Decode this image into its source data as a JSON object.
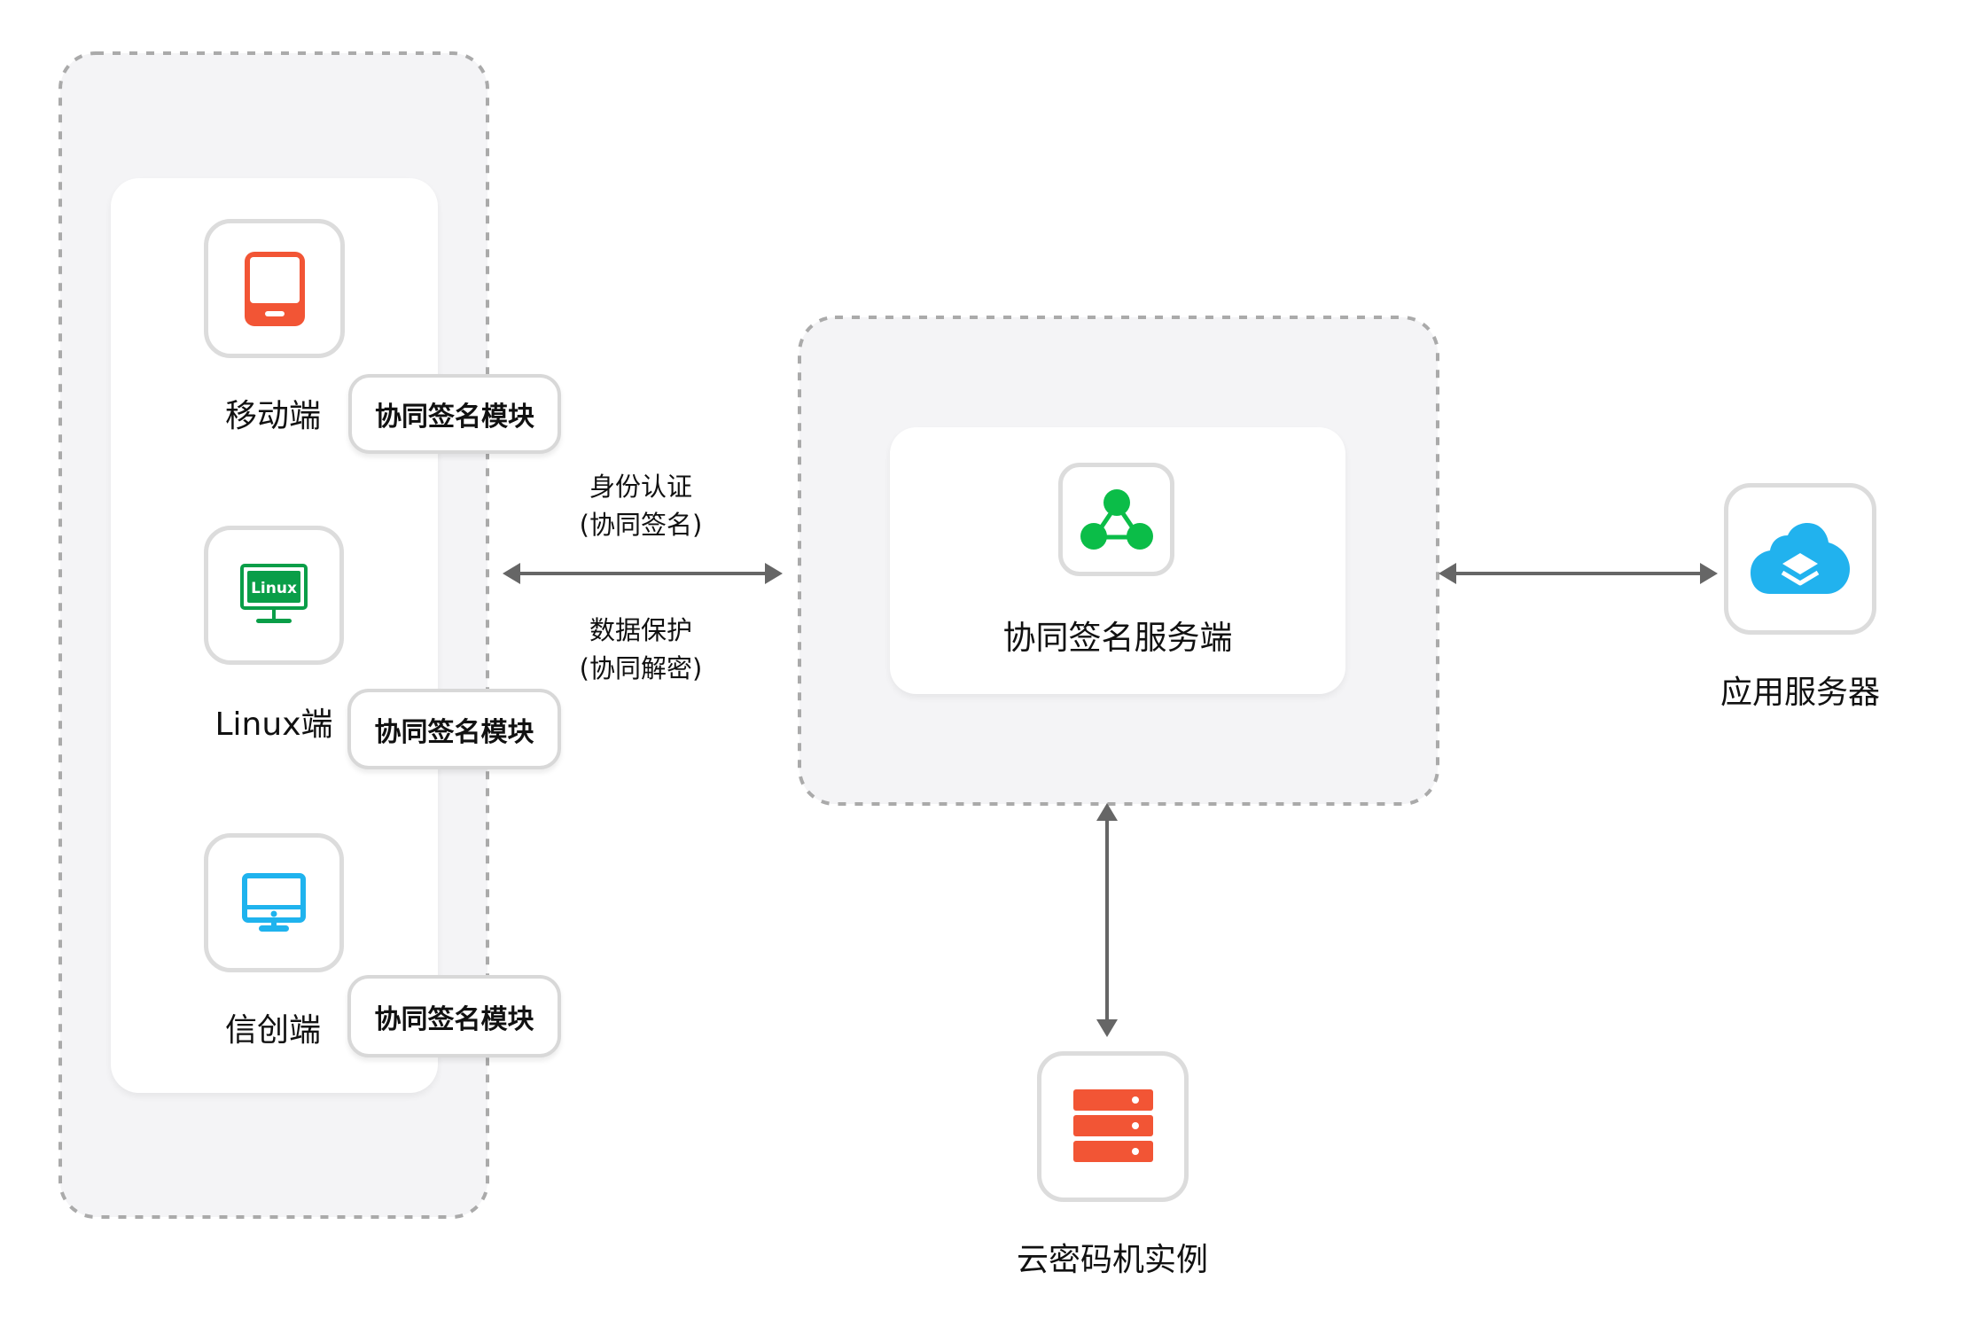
{
  "diagram": {
    "clients_group": {
      "clients": [
        {
          "name": "移动端",
          "icon": "mobile-phone-icon",
          "module_label": "协同签名模块",
          "icon_color": "#f25535"
        },
        {
          "name": "Linux端",
          "icon": "linux-monitor-icon",
          "icon_text": "Linux",
          "module_label": "协同签名模块",
          "icon_color": "#0a9e48"
        },
        {
          "name": "信创端",
          "icon": "desktop-monitor-icon",
          "module_label": "协同签名模块",
          "icon_color": "#1fb3ee"
        }
      ]
    },
    "links": {
      "client_server": {
        "label_top_line1": "身份认证",
        "label_top_line2": "(协同签名)",
        "label_bottom_line1": "数据保护",
        "label_bottom_line2": "(协同解密)",
        "direction": "bidirectional"
      },
      "server_app": {
        "direction": "bidirectional"
      },
      "server_hsm": {
        "direction": "bidirectional"
      }
    },
    "server": {
      "name": "协同签名服务端",
      "icon": "network-nodes-icon",
      "icon_color": "#0bbd48"
    },
    "app_server": {
      "name": "应用服务器",
      "icon": "cloud-layers-icon",
      "icon_color": "#21b2ee"
    },
    "hsm": {
      "name": "云密码机实例",
      "icon": "server-rack-icon",
      "icon_color": "#f25535"
    }
  }
}
